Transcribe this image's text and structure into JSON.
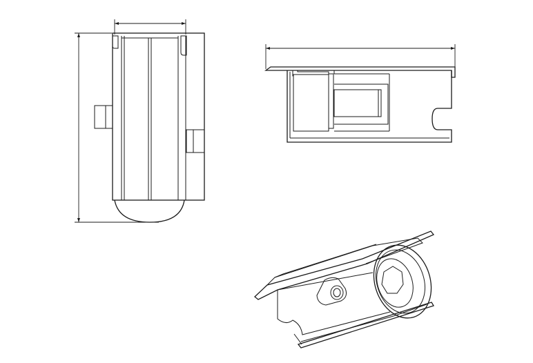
{
  "drawing": {
    "front_view": {
      "width_dim": "46",
      "height_dim": "121"
    },
    "side_view": {
      "length_dim": "121"
    }
  }
}
